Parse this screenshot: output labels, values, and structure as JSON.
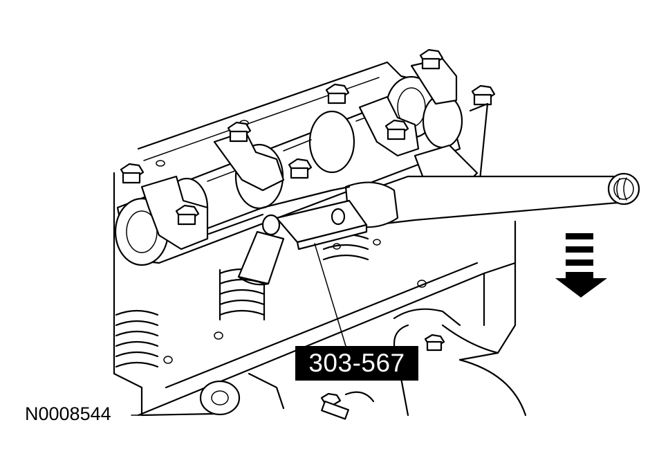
{
  "figure": {
    "tool_number": "303-567",
    "figure_id": "N0008544"
  },
  "motion_arrow": {
    "direction": "down"
  }
}
